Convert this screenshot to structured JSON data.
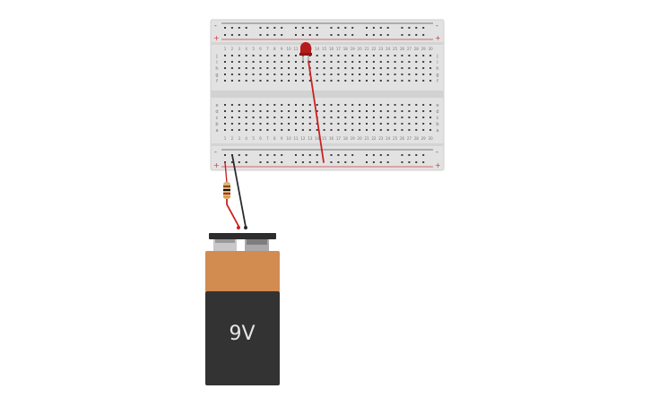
{
  "breadboard": {
    "columns": 30,
    "top_rows": [
      "j",
      "i",
      "h",
      "g",
      "f"
    ],
    "bottom_rows": [
      "e",
      "d",
      "c",
      "b",
      "a"
    ],
    "rail_negative": "-",
    "rail_positive": "+",
    "colors": {
      "body": "#e2e2e2",
      "hole": "#3d3d3d",
      "rail_red": "#d33b3b",
      "rail_dark": "#555555"
    }
  },
  "battery": {
    "label": "9V",
    "colors": {
      "top": "#d28c4f",
      "body": "#333333",
      "cap": "#2d2d2d",
      "terminal": "#a9a9a9"
    }
  },
  "led": {
    "color": "#b51b1b"
  },
  "resistor": {
    "color": "#d9b37a"
  },
  "wires": {
    "red": "#cc2222",
    "black": "#2b2b2b"
  }
}
